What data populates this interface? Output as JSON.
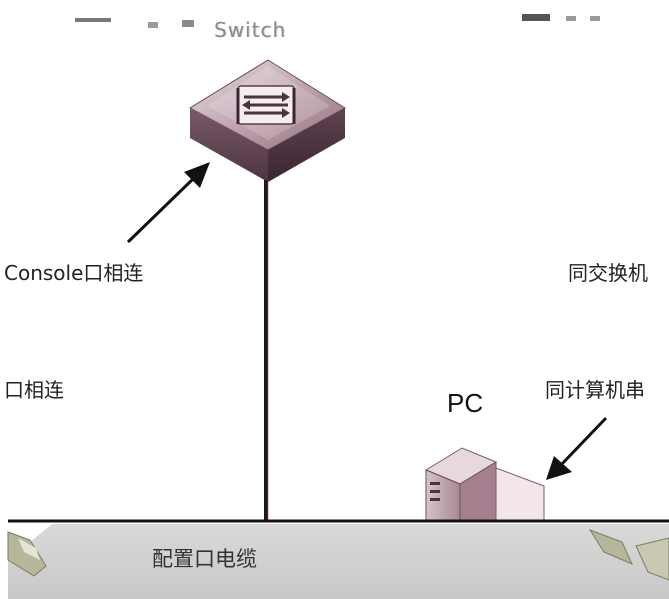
{
  "diagram": {
    "switch_label": "Switch",
    "pc_label": "PC",
    "annotations": {
      "console_port_left": "Console口相连",
      "port_left": "口相连",
      "switch_right": "同交换机",
      "pc_right": "同计算机串"
    },
    "cable_label": "配置口电缆"
  },
  "colors": {
    "switch_body": "#8c6d7a",
    "switch_top": "#c9b2bc",
    "cable": "#1a1a1a",
    "cable_panel": "#d4d4d4",
    "pc_body": "#b99aa5",
    "arrow": "#111111"
  },
  "icons": {
    "switch": "network-switch-icon",
    "pc": "desktop-pc-icon",
    "arrow": "arrow-icon"
  }
}
